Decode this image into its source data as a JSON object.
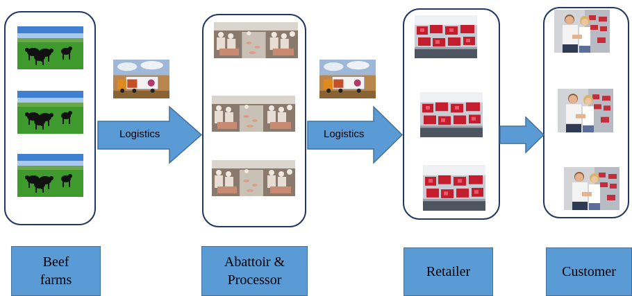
{
  "stages": [
    {
      "name": "beef-farms",
      "label_line1": "Beef",
      "label_line2": "farms",
      "photo": "cattle-pasture-photo"
    },
    {
      "name": "abattoir-processor",
      "label_line1": "Abattoir &",
      "label_line2": "Processor",
      "photo": "meat-processing-line-photo"
    },
    {
      "name": "retailer",
      "label_line1": "Retailer",
      "label_line2": "",
      "photo": "meat-display-case-photo"
    },
    {
      "name": "customer",
      "label_line1": "Customer",
      "label_line2": "",
      "photo": "shoppers-at-meat-counter-photo"
    }
  ],
  "arrows": [
    {
      "label": "Logistics",
      "photo": "delivery-truck-photo"
    },
    {
      "label": "Logistics",
      "photo": "delivery-truck-photo"
    },
    {
      "label": ""
    }
  ],
  "colors": {
    "arrow_fill": "#5b9bd5",
    "arrow_stroke": "#41719c",
    "label_box_fill": "#5b9bd5",
    "stage_border": "#1f3864"
  }
}
